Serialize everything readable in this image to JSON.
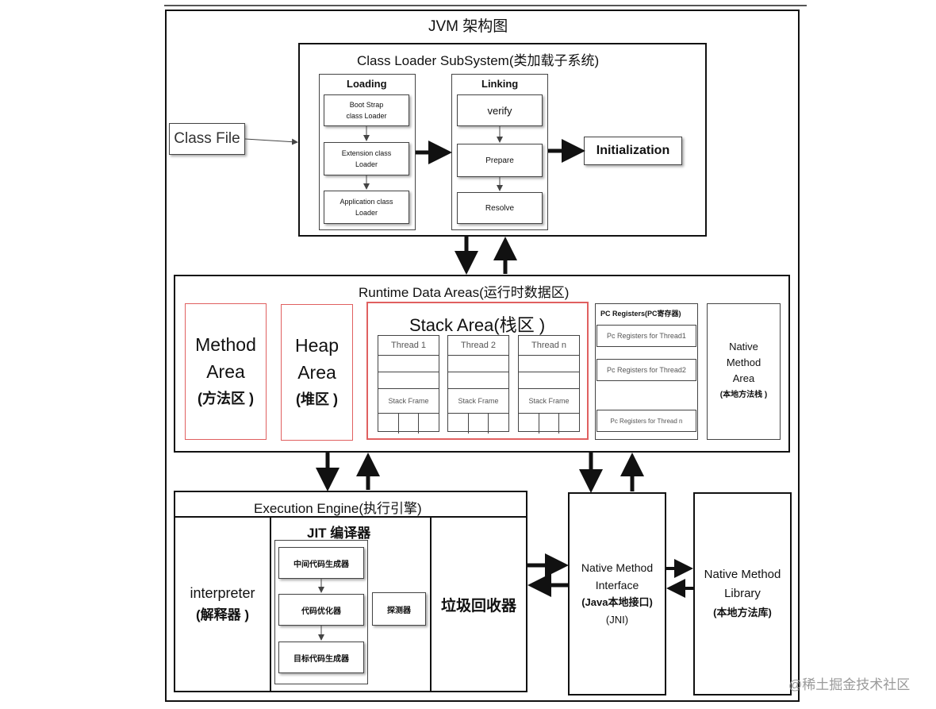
{
  "title": "JVM 架构图",
  "class_file": "Class File",
  "class_loader": {
    "title": "Class Loader SubSystem(类加载子系统)",
    "loading": {
      "title": "Loading",
      "items": [
        "Boot Strap\nclass Loader",
        "Extension class\nLoader",
        "Application class\nLoader"
      ]
    },
    "linking": {
      "title": "Linking",
      "items": [
        "verify",
        "Prepare",
        "Resolve"
      ]
    },
    "initialization": "Initialization"
  },
  "runtime": {
    "title": "Runtime Data Areas(运行时数据区)",
    "method_area": [
      "Method",
      "Area",
      "(方法区 )"
    ],
    "heap_area": [
      "Heap",
      "Area",
      "(堆区 )"
    ],
    "stack_area": {
      "title": "Stack Area(栈区 )",
      "threads": [
        "Thread 1",
        "Thread 2",
        "Thread n"
      ],
      "frame_label": "Stack Frame"
    },
    "pc_registers": {
      "title": "PC Registers(PC寄存器)",
      "items": [
        "Pc Registers for Thread1",
        "Pc Registers for Thread2",
        "Pc Registers for Thread n"
      ]
    },
    "native_stack": [
      "Native",
      "Method",
      "Area",
      "(本地方法栈 )"
    ]
  },
  "execution": {
    "title": "Execution Engine(执行引擎)",
    "interpreter": [
      "interpreter",
      "(解释器 )"
    ],
    "jit": {
      "title": "JIT 编译器",
      "steps": [
        "中间代码生成器",
        "代码优化器",
        "目标代码生成器"
      ],
      "profiler": "探测器"
    },
    "gc": "垃圾回收器"
  },
  "jni": [
    "Native Method",
    "Interface",
    "(Java本地接口)",
    "(JNI)"
  ],
  "native_library": [
    "Native Method",
    "Library",
    "(本地方法库)"
  ],
  "watermark": "@稀土掘金技术社区",
  "colors": {
    "border": "#111111",
    "red_border": "#e06060"
  }
}
